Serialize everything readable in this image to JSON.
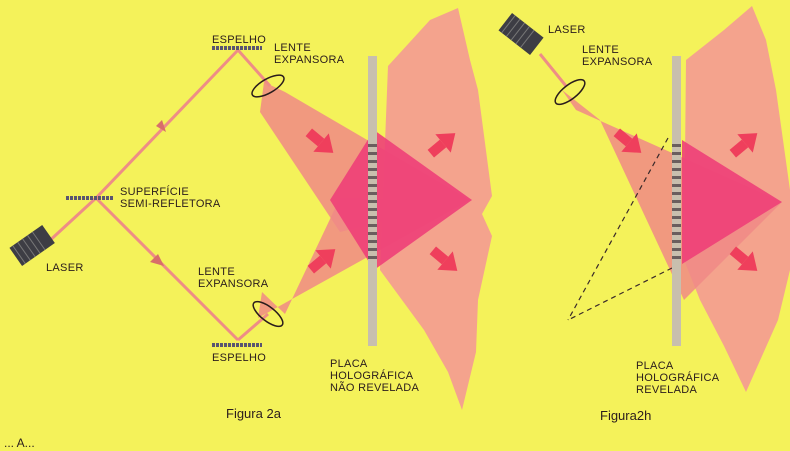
{
  "figure_a": {
    "caption": "Figura 2a",
    "labels": {
      "mirror_top": "ESPELHO",
      "lens_top": [
        "LENTE",
        "EXPANSORA"
      ],
      "splitter": [
        "SUPERFÍCIE",
        "SEMI-REFLETORA"
      ],
      "laser": "LASER",
      "lens_bottom": [
        "LENTE",
        "EXPANSORA"
      ],
      "mirror_bottom": "ESPELHO",
      "plate": [
        "PLACA",
        "HOLOGRÁFICA",
        "NÃO REVELADA"
      ]
    }
  },
  "figure_b": {
    "caption": "Figura2h",
    "labels": {
      "laser": "LASER",
      "lens": [
        "LENTE",
        "EXPANSORA"
      ],
      "plate": [
        "PLACA",
        "HOLOGRÁFICA",
        "REVELADA"
      ]
    }
  },
  "colors": {
    "background": "#f4f25a",
    "beam": "#f08a86",
    "beam_overlap": "#ee3f78",
    "wave": "#f49a92",
    "arrow": "#ef3f5c",
    "plate": "#c8bfae",
    "text": "#2a1c1c"
  },
  "bottom_text": "... A..."
}
